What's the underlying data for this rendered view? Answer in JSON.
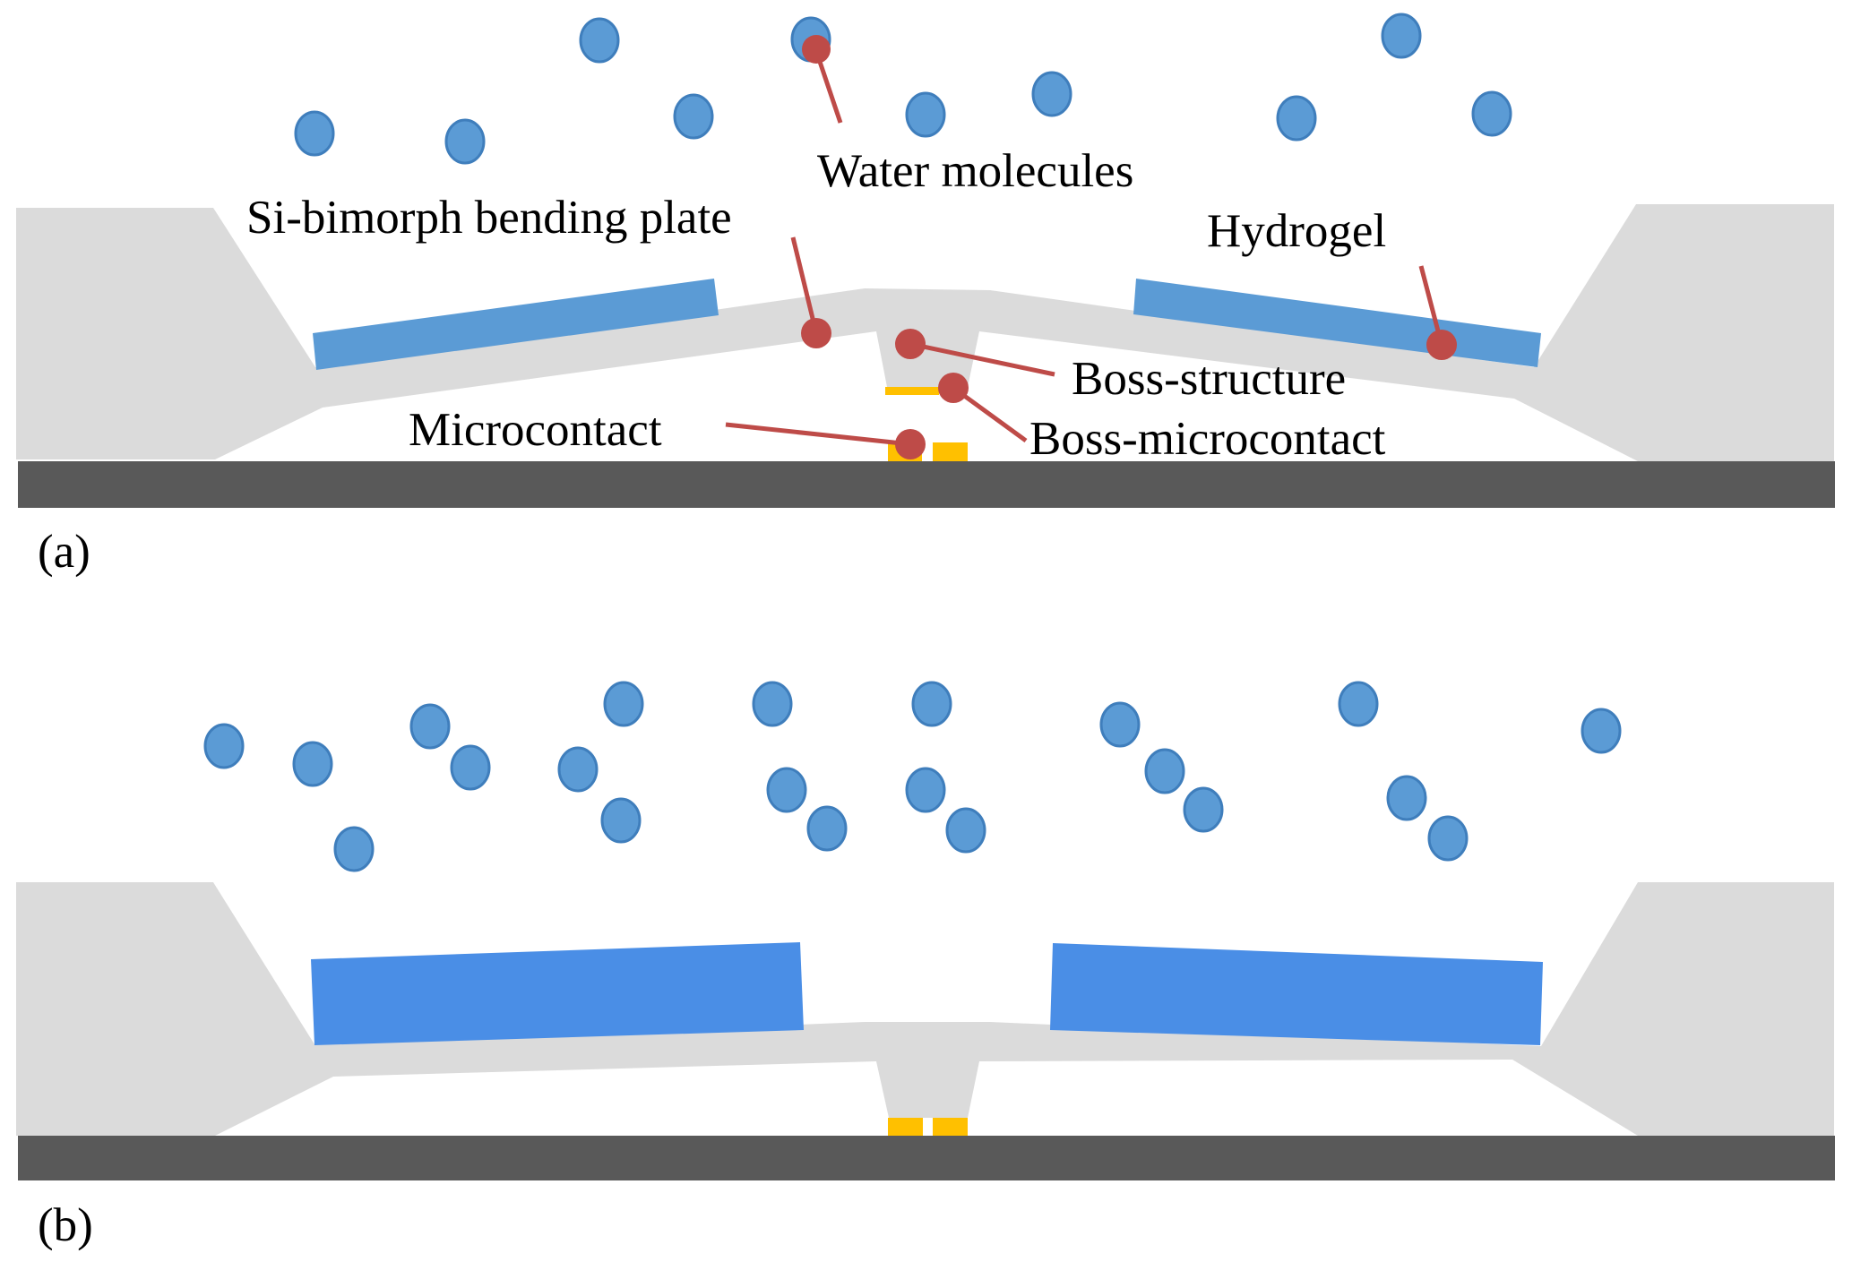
{
  "figure": {
    "panels": [
      {
        "id": "a",
        "label": "(a)",
        "state": "hydrogel swollen, boss-microcontact separated from microcontact",
        "annotations": {
          "water_molecules": "Water molecules",
          "bending_plate": "Si-bimorph bending plate",
          "hydrogel": "Hydrogel",
          "boss_structure": "Boss-structure",
          "microcontact": "Microcontact",
          "boss_microcontact": "Boss-microcontact"
        },
        "water_molecule_count": 10
      },
      {
        "id": "b",
        "label": "(b)",
        "state": "hydrogel swollen thicker, boss-microcontact touching microcontact",
        "water_molecule_count": 21
      }
    ],
    "colors": {
      "frame": "#dbdbdb",
      "substrate": "#595959",
      "hydrogel_a": "#5b9bd5",
      "hydrogel_b": "#4a8ee6",
      "water_molecule": "#5b9bd5",
      "contact": "#ffc000",
      "annotation_marker": "#be4b48"
    }
  }
}
